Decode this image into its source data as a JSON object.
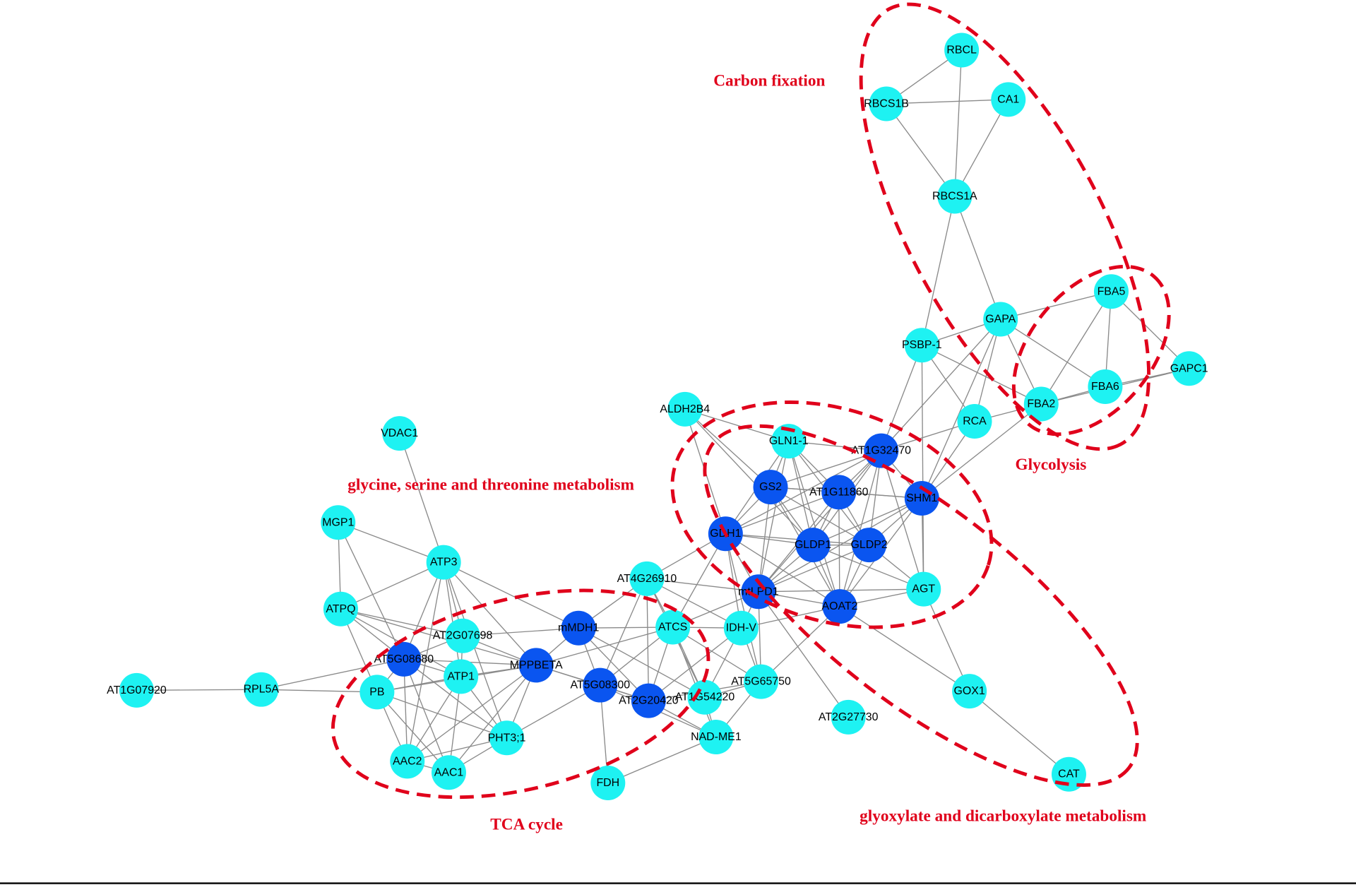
{
  "colors": {
    "cyan_node": "#1ef2f2",
    "blue_node": "#0a55f0",
    "cluster": "#e0001b",
    "edge": "#8a8a8a"
  },
  "clusters": [
    {
      "id": "carbon",
      "label": "Carbon fixation"
    },
    {
      "id": "glycolysis",
      "label": "Glycolysis"
    },
    {
      "id": "glycine",
      "label": "glycine, serine and threonine metabolism"
    },
    {
      "id": "tca",
      "label": "TCA cycle"
    },
    {
      "id": "glyoxylate",
      "label": "glyoxylate and dicarboxylate metabolism"
    }
  ],
  "nodes": [
    {
      "id": "RBCL",
      "type": "cyan"
    },
    {
      "id": "RBCS1B",
      "type": "cyan"
    },
    {
      "id": "CA1",
      "type": "cyan"
    },
    {
      "id": "RBCS1A",
      "type": "cyan"
    },
    {
      "id": "GAPA",
      "type": "cyan"
    },
    {
      "id": "FBA5",
      "type": "cyan"
    },
    {
      "id": "PSBP-1",
      "type": "cyan"
    },
    {
      "id": "FBA6",
      "type": "cyan"
    },
    {
      "id": "GAPC1",
      "type": "cyan"
    },
    {
      "id": "FBA2",
      "type": "cyan"
    },
    {
      "id": "RCA",
      "type": "cyan"
    },
    {
      "id": "ALDH2B4",
      "type": "cyan"
    },
    {
      "id": "GLN1-1",
      "type": "cyan"
    },
    {
      "id": "AT1G32470",
      "type": "blue"
    },
    {
      "id": "GS2",
      "type": "blue"
    },
    {
      "id": "AT1G11860",
      "type": "blue"
    },
    {
      "id": "SHM1",
      "type": "blue"
    },
    {
      "id": "GDH1",
      "type": "blue"
    },
    {
      "id": "GLDP1",
      "type": "blue"
    },
    {
      "id": "GLDP2",
      "type": "blue"
    },
    {
      "id": "AGT",
      "type": "cyan"
    },
    {
      "id": "mtLPD1",
      "type": "blue"
    },
    {
      "id": "AOAT2",
      "type": "blue"
    },
    {
      "id": "AT4G26910",
      "type": "cyan"
    },
    {
      "id": "ATCS",
      "type": "cyan"
    },
    {
      "id": "IDH-V",
      "type": "cyan"
    },
    {
      "id": "AT5G65750",
      "type": "cyan"
    },
    {
      "id": "GOX1",
      "type": "cyan"
    },
    {
      "id": "CAT",
      "type": "cyan"
    },
    {
      "id": "AT2G27730",
      "type": "cyan"
    },
    {
      "id": "VDAC1",
      "type": "cyan"
    },
    {
      "id": "MGP1",
      "type": "cyan"
    },
    {
      "id": "ATP3",
      "type": "cyan"
    },
    {
      "id": "ATPQ",
      "type": "cyan"
    },
    {
      "id": "AT2G07698",
      "type": "cyan"
    },
    {
      "id": "mMDH1",
      "type": "blue"
    },
    {
      "id": "AT5G08680",
      "type": "blue"
    },
    {
      "id": "MPPBETA",
      "type": "blue"
    },
    {
      "id": "ATP1",
      "type": "cyan"
    },
    {
      "id": "AT5G08300",
      "type": "blue"
    },
    {
      "id": "AT2G20420",
      "type": "blue"
    },
    {
      "id": "AT1G54220",
      "type": "cyan"
    },
    {
      "id": "PB",
      "type": "cyan"
    },
    {
      "id": "RPL5A",
      "type": "cyan"
    },
    {
      "id": "AT1G07920",
      "type": "cyan"
    },
    {
      "id": "PHT3;1",
      "type": "cyan"
    },
    {
      "id": "NAD-ME1",
      "type": "cyan"
    },
    {
      "id": "AAC2",
      "type": "cyan"
    },
    {
      "id": "AAC1",
      "type": "cyan"
    },
    {
      "id": "FDH",
      "type": "cyan"
    }
  ],
  "edges": [
    [
      "RBCL",
      "RBCS1B"
    ],
    [
      "RBCL",
      "RBCS1A"
    ],
    [
      "RBCS1B",
      "CA1"
    ],
    [
      "RBCS1B",
      "RBCS1A"
    ],
    [
      "CA1",
      "RBCS1A"
    ],
    [
      "RBCS1A",
      "PSBP-1"
    ],
    [
      "RBCS1A",
      "GAPA"
    ],
    [
      "GAPA",
      "PSBP-1"
    ],
    [
      "GAPA",
      "FBA5"
    ],
    [
      "GAPA",
      "FBA6"
    ],
    [
      "GAPA",
      "FBA2"
    ],
    [
      "GAPA",
      "RCA"
    ],
    [
      "GAPA",
      "AT1G32470"
    ],
    [
      "GAPA",
      "SHM1"
    ],
    [
      "PSBP-1",
      "FBA2"
    ],
    [
      "PSBP-1",
      "RCA"
    ],
    [
      "PSBP-1",
      "AT1G32470"
    ],
    [
      "PSBP-1",
      "AGT"
    ],
    [
      "FBA5",
      "FBA6"
    ],
    [
      "FBA5",
      "FBA2"
    ],
    [
      "FBA5",
      "GAPC1"
    ],
    [
      "FBA6",
      "FBA2"
    ],
    [
      "FBA6",
      "GAPC1"
    ],
    [
      "FBA2",
      "GAPC1"
    ],
    [
      "FBA2",
      "RCA"
    ],
    [
      "FBA2",
      "SHM1"
    ],
    [
      "RCA",
      "AT1G32470"
    ],
    [
      "RCA",
      "SHM1"
    ],
    [
      "ALDH2B4",
      "GLN1-1"
    ],
    [
      "ALDH2B4",
      "GLDP1"
    ],
    [
      "ALDH2B4",
      "GDH1"
    ],
    [
      "ALDH2B4",
      "GS2"
    ],
    [
      "GLN1-1",
      "AT1G32470"
    ],
    [
      "GLN1-1",
      "GS2"
    ],
    [
      "GLN1-1",
      "AT1G11860"
    ],
    [
      "GLN1-1",
      "GDH1"
    ],
    [
      "GLN1-1",
      "GLDP1"
    ],
    [
      "GLN1-1",
      "GLDP2"
    ],
    [
      "GLN1-1",
      "mtLPD1"
    ],
    [
      "GLN1-1",
      "AOAT2"
    ],
    [
      "AT1G32470",
      "GS2"
    ],
    [
      "AT1G32470",
      "AT1G11860"
    ],
    [
      "AT1G32470",
      "SHM1"
    ],
    [
      "AT1G32470",
      "GDH1"
    ],
    [
      "AT1G32470",
      "GLDP1"
    ],
    [
      "AT1G32470",
      "GLDP2"
    ],
    [
      "AT1G32470",
      "mtLPD1"
    ],
    [
      "AT1G32470",
      "AOAT2"
    ],
    [
      "AT1G32470",
      "AGT"
    ],
    [
      "GS2",
      "AT1G11860"
    ],
    [
      "GS2",
      "SHM1"
    ],
    [
      "GS2",
      "GDH1"
    ],
    [
      "GS2",
      "GLDP1"
    ],
    [
      "GS2",
      "GLDP2"
    ],
    [
      "GS2",
      "mtLPD1"
    ],
    [
      "GS2",
      "AOAT2"
    ],
    [
      "AT1G11860",
      "SHM1"
    ],
    [
      "AT1G11860",
      "GDH1"
    ],
    [
      "AT1G11860",
      "GLDP1"
    ],
    [
      "AT1G11860",
      "GLDP2"
    ],
    [
      "AT1G11860",
      "mtLPD1"
    ],
    [
      "AT1G11860",
      "AOAT2"
    ],
    [
      "SHM1",
      "GLDP1"
    ],
    [
      "SHM1",
      "GLDP2"
    ],
    [
      "SHM1",
      "mtLPD1"
    ],
    [
      "SHM1",
      "AOAT2"
    ],
    [
      "SHM1",
      "AGT"
    ],
    [
      "GDH1",
      "GLDP1"
    ],
    [
      "GDH1",
      "GLDP2"
    ],
    [
      "GDH1",
      "mtLPD1"
    ],
    [
      "GDH1",
      "AOAT2"
    ],
    [
      "GDH1",
      "ATCS"
    ],
    [
      "GDH1",
      "IDH-V"
    ],
    [
      "GDH1",
      "AT5G65750"
    ],
    [
      "GDH1",
      "AT4G26910"
    ],
    [
      "GLDP1",
      "GLDP2"
    ],
    [
      "GLDP1",
      "mtLPD1"
    ],
    [
      "GLDP1",
      "AOAT2"
    ],
    [
      "GLDP1",
      "AGT"
    ],
    [
      "GLDP2",
      "mtLPD1"
    ],
    [
      "GLDP2",
      "AOAT2"
    ],
    [
      "GLDP2",
      "AGT"
    ],
    [
      "mtLPD1",
      "AOAT2"
    ],
    [
      "mtLPD1",
      "AGT"
    ],
    [
      "mtLPD1",
      "AT4G26910"
    ],
    [
      "mtLPD1",
      "ATCS"
    ],
    [
      "mtLPD1",
      "IDH-V"
    ],
    [
      "mtLPD1",
      "AT5G65750"
    ],
    [
      "mtLPD1",
      "AT2G27730"
    ],
    [
      "AOAT2",
      "AGT"
    ],
    [
      "AOAT2",
      "AT5G65750"
    ],
    [
      "AOAT2",
      "GOX1"
    ],
    [
      "AOAT2",
      "IDH-V"
    ],
    [
      "AGT",
      "GOX1"
    ],
    [
      "GOX1",
      "CAT"
    ],
    [
      "AT4G26910",
      "mMDH1"
    ],
    [
      "AT4G26910",
      "ATCS"
    ],
    [
      "AT4G26910",
      "IDH-V"
    ],
    [
      "AT4G26910",
      "AT2G20420"
    ],
    [
      "AT4G26910",
      "AT5G08300"
    ],
    [
      "AT4G26910",
      "AT1G54220"
    ],
    [
      "mMDH1",
      "ATCS"
    ],
    [
      "mMDH1",
      "MPPBETA"
    ],
    [
      "mMDH1",
      "AT5G08300"
    ],
    [
      "mMDH1",
      "AT2G20420"
    ],
    [
      "mMDH1",
      "AT1G54220"
    ],
    [
      "mMDH1",
      "ATP3"
    ],
    [
      "mMDH1",
      "AT2G07698"
    ],
    [
      "ATCS",
      "IDH-V"
    ],
    [
      "ATCS",
      "AT5G08300"
    ],
    [
      "ATCS",
      "AT2G20420"
    ],
    [
      "ATCS",
      "AT1G54220"
    ],
    [
      "ATCS",
      "NAD-ME1"
    ],
    [
      "ATCS",
      "AT5G65750"
    ],
    [
      "ATCS",
      "MPPBETA"
    ],
    [
      "IDH-V",
      "AT5G65750"
    ],
    [
      "IDH-V",
      "AT2G20420"
    ],
    [
      "IDH-V",
      "AT1G54220"
    ],
    [
      "AT5G65750",
      "AT1G54220"
    ],
    [
      "AT5G65750",
      "NAD-ME1"
    ],
    [
      "AT5G65750",
      "AT2G20420"
    ],
    [
      "AT5G08300",
      "AT2G20420"
    ],
    [
      "AT5G08300",
      "FDH"
    ],
    [
      "AT5G08300",
      "NAD-ME1"
    ],
    [
      "AT5G08300",
      "MPPBETA"
    ],
    [
      "AT5G08300",
      "PHT3;1"
    ],
    [
      "AT2G20420",
      "NAD-ME1"
    ],
    [
      "AT1G54220",
      "NAD-ME1"
    ],
    [
      "FDH",
      "NAD-ME1"
    ],
    [
      "MPPBETA",
      "ATP1"
    ],
    [
      "MPPBETA",
      "AT5G08680"
    ],
    [
      "MPPBETA",
      "PB"
    ],
    [
      "MPPBETA",
      "PHT3;1"
    ],
    [
      "MPPBETA",
      "AAC2"
    ],
    [
      "MPPBETA",
      "AAC1"
    ],
    [
      "MPPBETA",
      "ATP3"
    ],
    [
      "MPPBETA",
      "AT2G20420"
    ],
    [
      "VDAC1",
      "ATP3"
    ],
    [
      "MGP1",
      "ATP3"
    ],
    [
      "MGP1",
      "ATPQ"
    ],
    [
      "MGP1",
      "AT5G08680"
    ],
    [
      "ATP3",
      "ATPQ"
    ],
    [
      "ATP3",
      "AT5G08680"
    ],
    [
      "ATP3",
      "ATP1"
    ],
    [
      "ATP3",
      "AT2G07698"
    ],
    [
      "ATP3",
      "PHT3;1"
    ],
    [
      "ATP3",
      "AAC2"
    ],
    [
      "ATPQ",
      "AT5G08680"
    ],
    [
      "ATPQ",
      "ATP1"
    ],
    [
      "ATPQ",
      "PB"
    ],
    [
      "ATPQ",
      "AT2G07698"
    ],
    [
      "ATPQ",
      "MPPBETA"
    ],
    [
      "AT2G07698",
      "AT5G08680"
    ],
    [
      "AT2G07698",
      "ATP1"
    ],
    [
      "AT2G07698",
      "MPPBETA"
    ],
    [
      "AT5G08680",
      "ATP1"
    ],
    [
      "AT5G08680",
      "PB"
    ],
    [
      "AT5G08680",
      "AAC2"
    ],
    [
      "AT5G08680",
      "AAC1"
    ],
    [
      "AT5G08680",
      "PHT3;1"
    ],
    [
      "AT5G08680",
      "RPL5A"
    ],
    [
      "ATP1",
      "PB"
    ],
    [
      "ATP1",
      "AAC2"
    ],
    [
      "ATP1",
      "AAC1"
    ],
    [
      "ATP1",
      "PHT3;1"
    ],
    [
      "PB",
      "AAC2"
    ],
    [
      "PB",
      "AAC1"
    ],
    [
      "PB",
      "PHT3;1"
    ],
    [
      "PB",
      "RPL5A"
    ],
    [
      "AAC2",
      "AAC1"
    ],
    [
      "AAC2",
      "PHT3;1"
    ],
    [
      "AAC1",
      "PHT3;1"
    ],
    [
      "RPL5A",
      "AT1G07920"
    ]
  ]
}
